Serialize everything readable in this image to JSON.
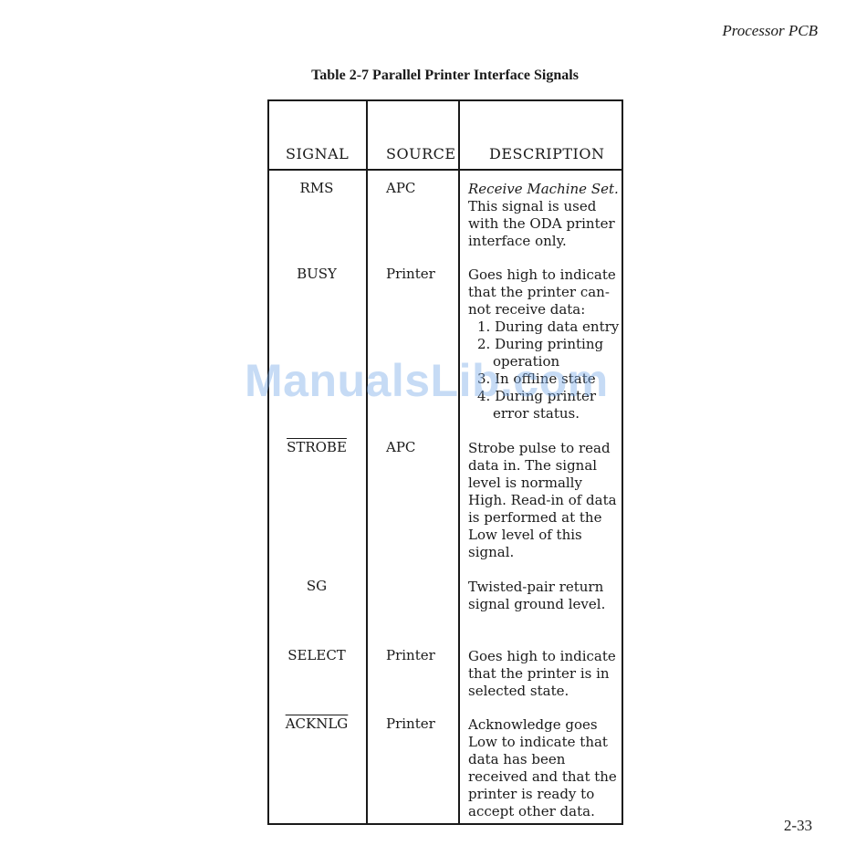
{
  "running_head": "Processor PCB",
  "table_caption": "Table 2-7  Parallel Printer Interface Signals",
  "headers": {
    "signal": "SIGNAL",
    "source": "SOURCE",
    "description": "DESCRIPTION"
  },
  "rows": [
    {
      "signal": "RMS",
      "source": "APC",
      "desc_lead": "Receive Machine Set.",
      "desc_lines": [
        "This signal is used",
        "with the ODA printer",
        "interface only."
      ]
    },
    {
      "signal": "BUSY",
      "source": "Printer",
      "desc_lines": [
        "Goes high to indicate",
        "that the printer can-",
        "not receive data:"
      ],
      "list": [
        "1. During data entry",
        "2. During printing",
        "operation",
        "3. In offline state",
        "4. During printer",
        "error status."
      ]
    },
    {
      "signal": "STROBE",
      "source": "APC",
      "desc_lines": [
        "Strobe pulse to read",
        "data in. The signal",
        "level is normally",
        "High. Read-in of data",
        "is performed at the",
        "Low level of this",
        "signal."
      ]
    },
    {
      "signal": "SG",
      "source": "",
      "desc_lines": [
        "Twisted-pair return",
        "signal ground level."
      ]
    },
    {
      "signal": "SELECT",
      "source": "Printer",
      "desc_lines": [
        "Goes high to indicate",
        "that the printer is in",
        "selected state."
      ]
    },
    {
      "signal": "ACKNLG",
      "source": "Printer",
      "desc_lines": [
        "Acknowledge goes",
        "Low to indicate that",
        "data has been",
        "received and that the",
        "printer is ready to",
        "accept other data."
      ]
    }
  ],
  "page_number": "2-33",
  "watermark": "ManualsLib.com"
}
